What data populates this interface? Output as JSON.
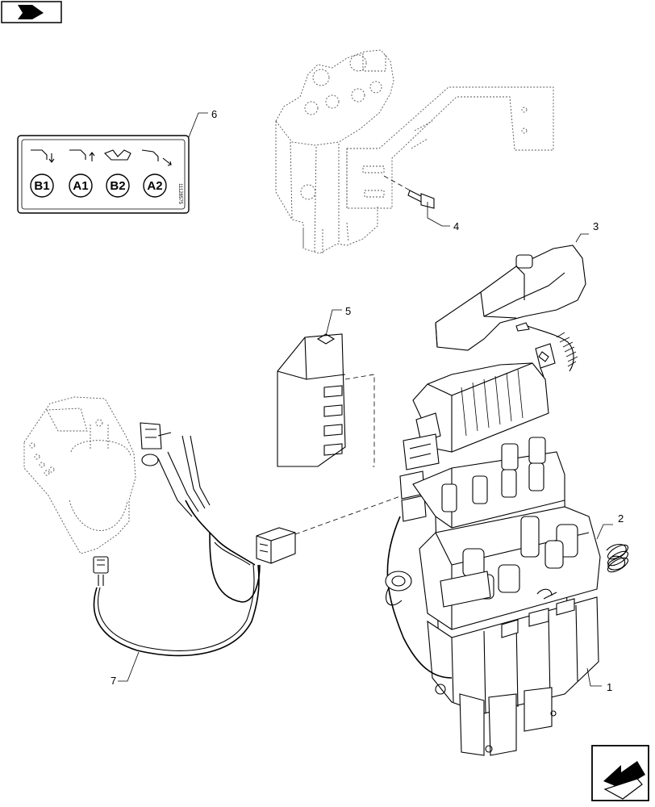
{
  "callouts": [
    {
      "id": "1",
      "label": "1"
    },
    {
      "id": "2",
      "label": "2"
    },
    {
      "id": "3",
      "label": "3"
    },
    {
      "id": "4",
      "label": "4"
    },
    {
      "id": "5",
      "label": "5"
    },
    {
      "id": "6",
      "label": "6"
    },
    {
      "id": "7",
      "label": "7"
    }
  ],
  "decal": {
    "badges": [
      "B1",
      "A1",
      "B2",
      "A2"
    ],
    "code": "11128575"
  },
  "icons": {
    "top_left": "exploded-view-icon",
    "bottom_right": "next-page-icon"
  }
}
